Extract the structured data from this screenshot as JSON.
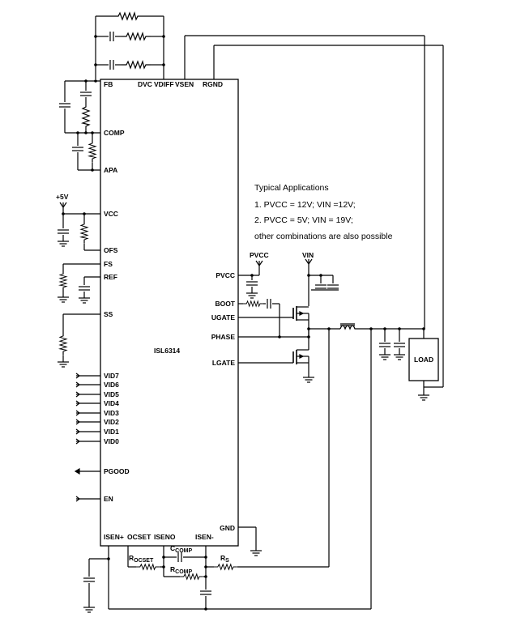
{
  "chip": {
    "name": "ISL6314",
    "top_pins": [
      "FB",
      "DVC",
      "VDIFF",
      "VSEN",
      "RGND"
    ],
    "left_pins": [
      "COMP",
      "APA",
      "VCC",
      "OFS",
      "FS",
      "REF",
      "SS",
      "PGOOD",
      "EN"
    ],
    "vid_pins": [
      "VID7",
      "VID6",
      "VID5",
      "VID4",
      "VID3",
      "VID2",
      "VID1",
      "VID0"
    ],
    "right_pins": [
      "PVCC",
      "BOOT",
      "UGATE",
      "PHASE",
      "LGATE",
      "GND"
    ],
    "bottom_pins": [
      "ISEN+",
      "OCSET",
      "ISENO",
      "ISEN-"
    ]
  },
  "rails": {
    "plus5v": "+5V",
    "pvcc": "PVCC",
    "vin": "VIN"
  },
  "load_label": "LOAD",
  "components": {
    "rocset": {
      "main": "R",
      "sub": "OCSET"
    },
    "ccomp": {
      "main": "C",
      "sub": "COMP"
    },
    "rcomp": {
      "main": "R",
      "sub": "COMP"
    },
    "rs": {
      "main": "R",
      "sub": "S"
    }
  },
  "notes": [
    "Typical Applications",
    "1. PVCC = 12V; VIN =12V;",
    "2. PVCC = 5V; VIN = 19V;",
    "other combinations are also possible"
  ]
}
